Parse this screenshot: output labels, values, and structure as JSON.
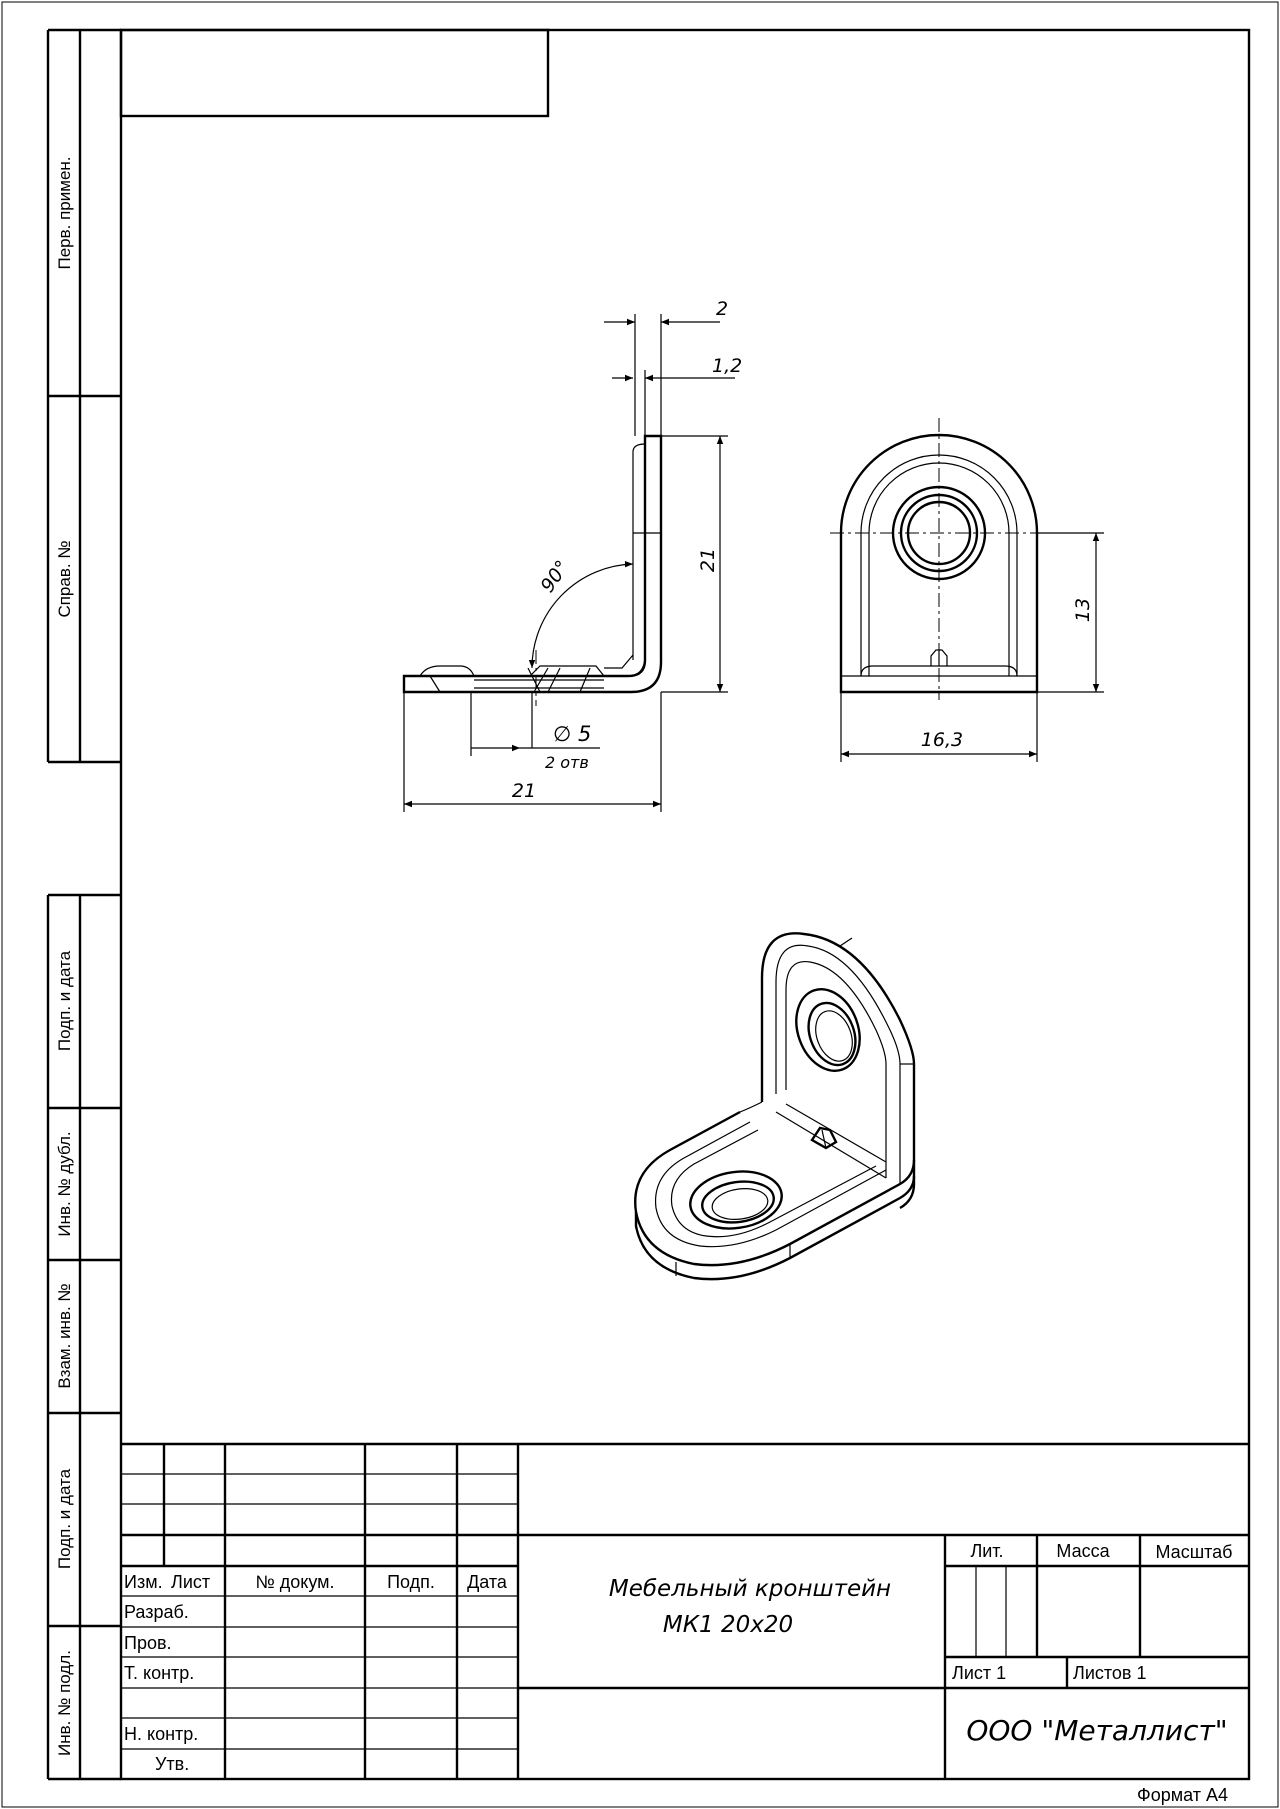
{
  "side_stamps": {
    "perv_primen": "Перв. примен.",
    "sprav_no": "Справ. №",
    "podp_data_1": "Подп. и дата",
    "inv_dubl": "Инв. № дубл.",
    "vzam_inv": "Взам. инв. №",
    "podp_data_2": "Подп. и дата",
    "inv_podl": "Инв. № подл."
  },
  "dimensions": {
    "thickness_outer": "2",
    "thickness_inner": "1,2",
    "height": "21",
    "angle": "90°",
    "hole_diameter": "5",
    "hole_count": "2 отв",
    "length": "21",
    "hole_center_height": "13",
    "width": "16,3"
  },
  "title_block": {
    "headers": {
      "izm": "Изм.",
      "list": "Лист",
      "no_dokum": "№ докум.",
      "podp": "Подп.",
      "data": "Дата"
    },
    "roles": {
      "razrab": "Разраб.",
      "prov": "Пров.",
      "t_kontr": "Т. контр.",
      "n_kontr": "Н. контр.",
      "utv": "Утв."
    },
    "designation_line1": "Мебельный кронштейн",
    "designation_line2": "МК1 20х20",
    "lit": "Лит.",
    "massa": "Масса",
    "masshtab": "Масштаб",
    "sheet": "Лист 1",
    "sheets": "Листов 1",
    "company": "ООО \"Металлист\""
  },
  "format_label": "Формат А4"
}
